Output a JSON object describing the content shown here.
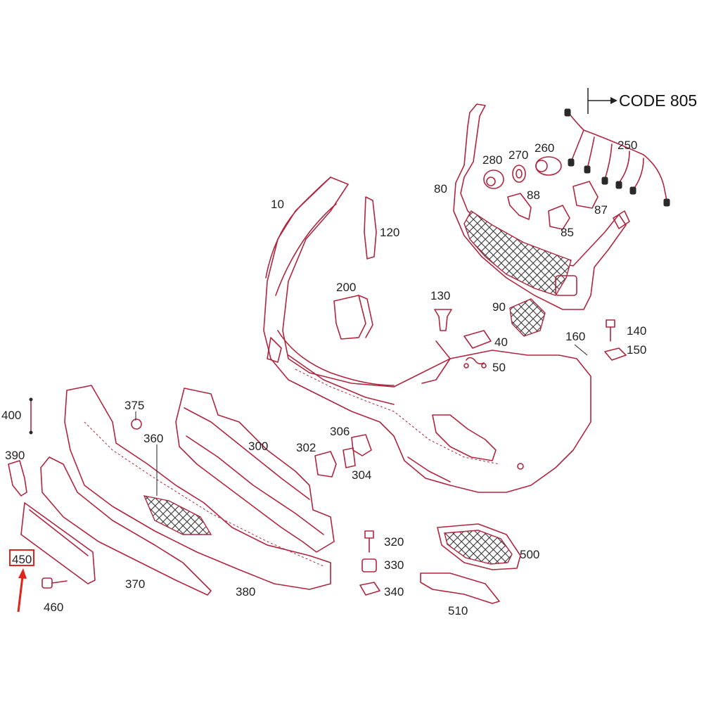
{
  "code_label": "CODE 805",
  "highlighted_part": "450",
  "colors": {
    "line": "#b0263e",
    "highlight": "#e0241b",
    "text": "#222222"
  },
  "part_labels": [
    {
      "id": "p10",
      "text": "10"
    },
    {
      "id": "p40",
      "text": "40"
    },
    {
      "id": "p50",
      "text": "50"
    },
    {
      "id": "p80",
      "text": "80"
    },
    {
      "id": "p85",
      "text": "85"
    },
    {
      "id": "p87",
      "text": "87"
    },
    {
      "id": "p88",
      "text": "88"
    },
    {
      "id": "p90",
      "text": "90"
    },
    {
      "id": "p120",
      "text": "120"
    },
    {
      "id": "p130",
      "text": "130"
    },
    {
      "id": "p140",
      "text": "140"
    },
    {
      "id": "p150",
      "text": "150"
    },
    {
      "id": "p160",
      "text": "160"
    },
    {
      "id": "p200",
      "text": "200"
    },
    {
      "id": "p250",
      "text": "250"
    },
    {
      "id": "p260",
      "text": "260"
    },
    {
      "id": "p270",
      "text": "270"
    },
    {
      "id": "p280",
      "text": "280"
    },
    {
      "id": "p300",
      "text": "300"
    },
    {
      "id": "p302",
      "text": "302"
    },
    {
      "id": "p304",
      "text": "304"
    },
    {
      "id": "p306",
      "text": "306"
    },
    {
      "id": "p320",
      "text": "320"
    },
    {
      "id": "p330",
      "text": "330"
    },
    {
      "id": "p340",
      "text": "340"
    },
    {
      "id": "p360",
      "text": "360"
    },
    {
      "id": "p370",
      "text": "370"
    },
    {
      "id": "p375",
      "text": "375"
    },
    {
      "id": "p380",
      "text": "380"
    },
    {
      "id": "p390",
      "text": "390"
    },
    {
      "id": "p400",
      "text": "400"
    },
    {
      "id": "p460",
      "text": "460"
    },
    {
      "id": "p500",
      "text": "500"
    },
    {
      "id": "p510",
      "text": "510"
    }
  ]
}
